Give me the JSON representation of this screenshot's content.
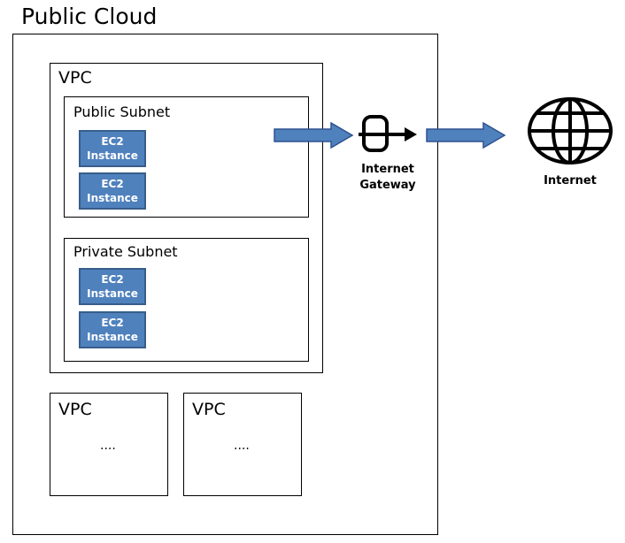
{
  "public_cloud": {
    "title": "Public Cloud"
  },
  "main_vpc": {
    "title": "VPC",
    "public_subnet": {
      "title": "Public Subnet",
      "instances": [
        {
          "line1": "EC2",
          "line2": "Instance"
        },
        {
          "line1": "EC2",
          "line2": "Instance"
        }
      ]
    },
    "private_subnet": {
      "title": "Private Subnet",
      "instances": [
        {
          "line1": "EC2",
          "line2": "Instance"
        },
        {
          "line1": "EC2",
          "line2": "Instance"
        }
      ]
    }
  },
  "other_vpcs": [
    {
      "title": "VPC",
      "content": "...."
    },
    {
      "title": "VPC",
      "content": "...."
    }
  ],
  "gateway": {
    "line1": "Internet",
    "line2": "Gateway",
    "icon": "internet-gateway-icon"
  },
  "internet": {
    "label": "Internet",
    "icon": "globe-icon"
  },
  "colors": {
    "instance_fill": "#4f81bd",
    "instance_border": "#385d8a",
    "arrow_fill": "#4f81bd",
    "arrow_border": "#2f528f"
  }
}
